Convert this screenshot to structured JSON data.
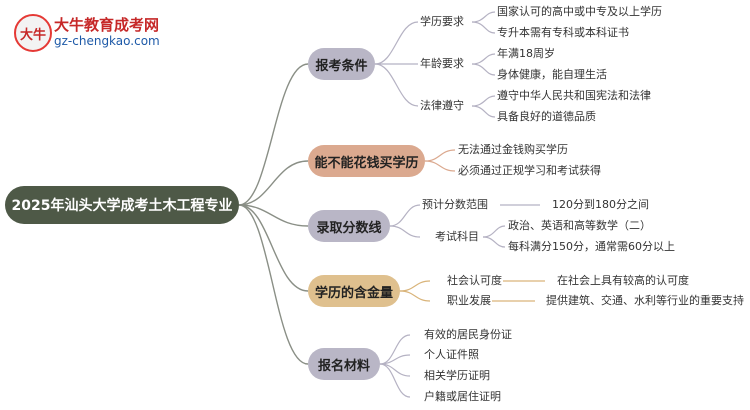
{
  "logo": {
    "mark": "大牛",
    "title": "大牛教育成考网",
    "url": "gz-chengkao.com"
  },
  "root": "2025年汕头大学成考土木工程专业",
  "branches": [
    {
      "label": "报考条件",
      "groups": [
        {
          "label": "学历要求",
          "items": [
            "国家认可的高中或中专及以上学历",
            "专升本需有专科或本科证书"
          ]
        },
        {
          "label": "年龄要求",
          "items": [
            "年满18周岁",
            "身体健康，能自理生活"
          ]
        },
        {
          "label": "法律遵守",
          "items": [
            "遵守中华人民共和国宪法和法律",
            "具备良好的道德品质"
          ]
        }
      ]
    },
    {
      "label": "能不能花钱买学历",
      "items": [
        "无法通过金钱购买学历",
        "必须通过正规学习和考试获得"
      ]
    },
    {
      "label": "录取分数线",
      "groups": [
        {
          "label": "预计分数范围",
          "items": [
            "120分到180分之间"
          ]
        },
        {
          "label": "考试科目",
          "items": [
            "政治、英语和高等数学（二）",
            "每科满分150分，通常需60分以上"
          ]
        }
      ]
    },
    {
      "label": "学历的含金量",
      "groups": [
        {
          "label": "社会认可度",
          "items": [
            "在社会上具有较高的认可度"
          ]
        },
        {
          "label": "职业发展",
          "items": [
            "提供建筑、交通、水利等行业的重要支持"
          ]
        }
      ]
    },
    {
      "label": "报名材料",
      "items": [
        "有效的居民身份证",
        "个人证件照",
        "相关学历证明",
        "户籍或居住证明"
      ]
    }
  ],
  "colors": {
    "root": "#4e5947",
    "branch_purple": "#b9b6c6",
    "branch_salmon": "#dba98f",
    "branch_gold": "#dfc08e",
    "line_purple": "#b5b2c3",
    "line_salmon": "#dba98f",
    "line_gold": "#d9b47a",
    "line_root": "#8a8f86"
  }
}
